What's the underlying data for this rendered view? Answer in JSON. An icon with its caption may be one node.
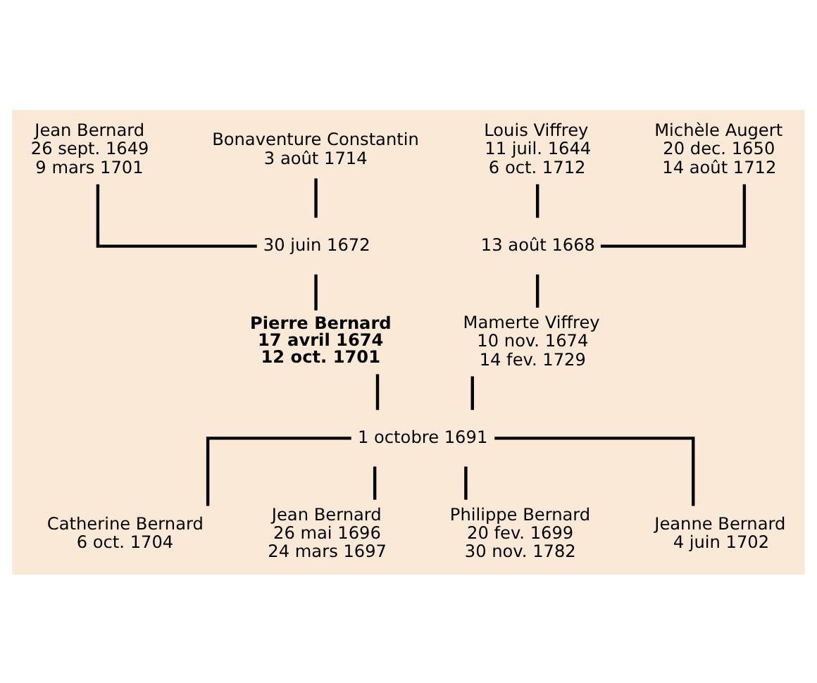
{
  "diagram": {
    "nodes": [
      {
        "text": [
          "Jean Bernard",
          "26 sept. 1649",
          "9 mars 1701"
        ]
      },
      {
        "text": [
          "Bonaventure Constantin",
          "3 août 1714"
        ]
      },
      {
        "text": [
          "Louis Viffrey",
          "11 juil. 1644",
          "6 oct. 1712"
        ]
      },
      {
        "text": [
          "Michèle Augert",
          "20 dec. 1650",
          "14 août 1712"
        ]
      },
      {
        "text": [
          "30 juin 1672"
        ]
      },
      {
        "text": [
          "13 août 1668"
        ]
      },
      {
        "text": [
          "Pierre Bernard",
          "17 avril 1674",
          "12 oct. 1701"
        ]
      },
      {
        "text": [
          "Mamerte Viffrey",
          "10 nov. 1674",
          "14 fev. 1729"
        ]
      },
      {
        "text": [
          "1 octobre 1691"
        ]
      },
      {
        "text": [
          "Catherine Bernard",
          "6 oct. 1704"
        ]
      },
      {
        "text": [
          "Jean Bernard",
          "26 mai 1696",
          "24 mars 1697"
        ]
      },
      {
        "text": [
          "Philippe Bernard",
          "20 fev. 1699",
          "30 nov. 1782"
        ]
      },
      {
        "text": [
          "Jeanne Bernard",
          "4 juin 1702"
        ]
      }
    ],
    "edges": [
      {
        "from": 0,
        "to": 4,
        "arrow": "none"
      },
      {
        "from": 1,
        "to": 4,
        "arrow": "none"
      },
      {
        "from": 2,
        "to": 5,
        "arrow": "none"
      },
      {
        "from": 3,
        "to": 5,
        "arrow": "none"
      },
      {
        "from": 4,
        "to": 6,
        "arrow": "none"
      },
      {
        "from": 5,
        "to": 7,
        "arrow": "none"
      },
      {
        "from": 6,
        "to": 8,
        "arrow": "none"
      },
      {
        "from": 7,
        "to": 8,
        "arrow": "none"
      },
      {
        "from": 8,
        "to": 9,
        "arrow": "none"
      },
      {
        "from": 8,
        "to": 10,
        "arrow": "none"
      },
      {
        "from": 8,
        "to": 11,
        "arrow": "none"
      },
      {
        "from": 8,
        "to": 12,
        "arrow": "none"
      }
    ]
  }
}
